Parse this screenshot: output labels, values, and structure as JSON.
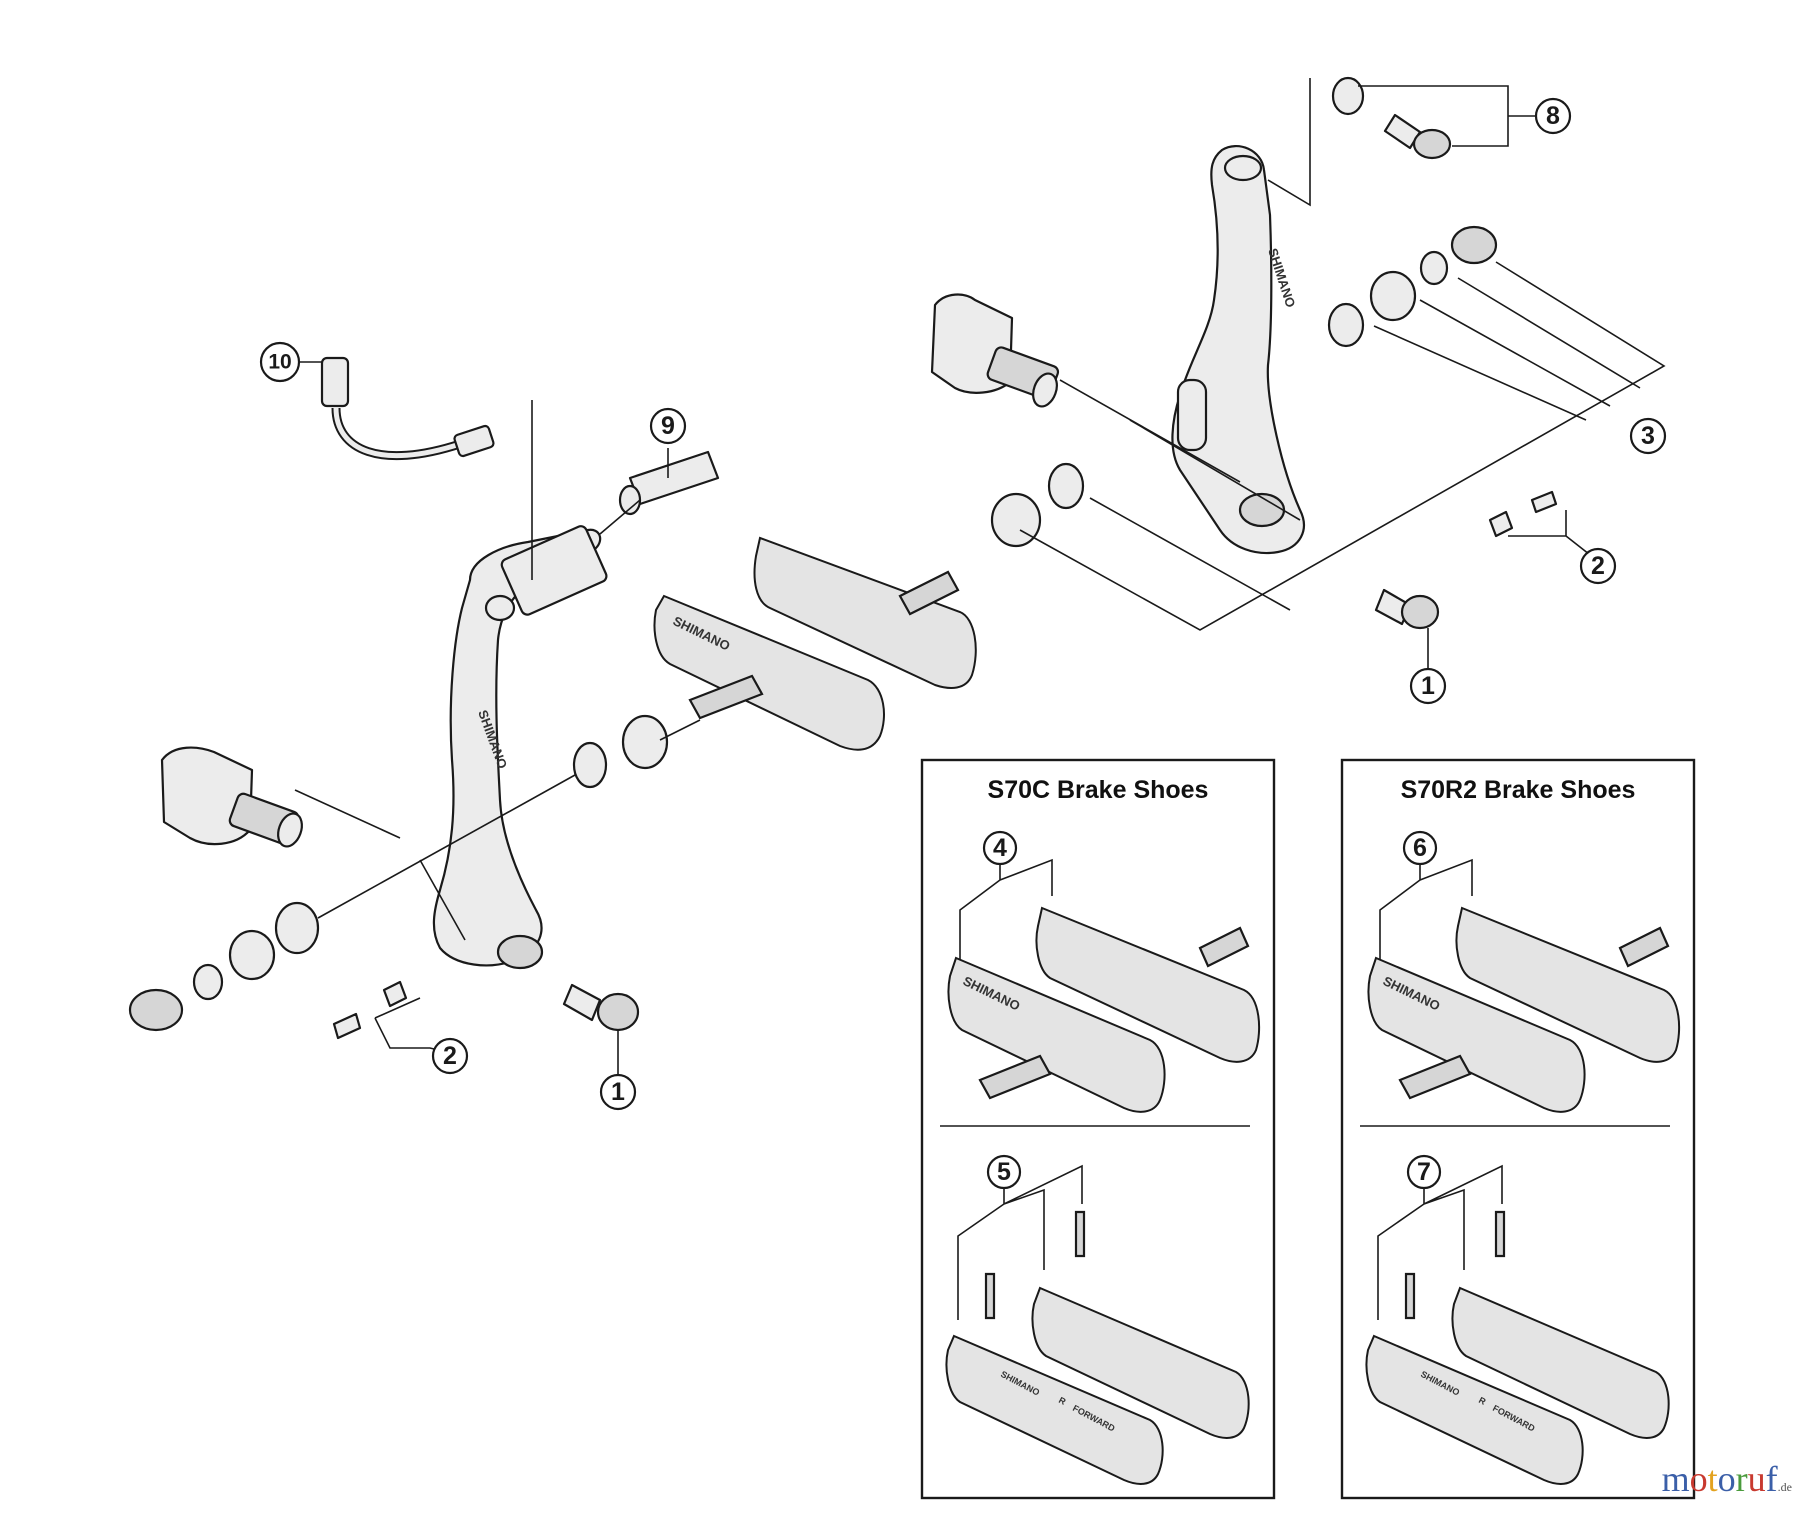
{
  "callouts": {
    "c1": "1",
    "c2": "2",
    "c3": "3",
    "c4": "4",
    "c5": "5",
    "c6": "6",
    "c7": "7",
    "c8": "8",
    "c9": "9",
    "c10": "10"
  },
  "panels": {
    "s70c_title": "S70C Brake Shoes",
    "s70r2_title": "S70R2 Brake Shoes"
  },
  "brand_marks": {
    "arm": "SHIMANO",
    "shoe": "SHIMANO",
    "cartridge_r": "R",
    "cartridge_forward": "FORWARD"
  },
  "watermark": {
    "letters": [
      "m",
      "o",
      "t",
      "o",
      "r",
      "u",
      "f"
    ],
    "letter_colors": [
      "#3b5fa8",
      "#c83a2f",
      "#e3a21f",
      "#3b5fa8",
      "#4a9b3c",
      "#c83a2f",
      "#3b5fa8"
    ],
    "suffix": ".de"
  }
}
